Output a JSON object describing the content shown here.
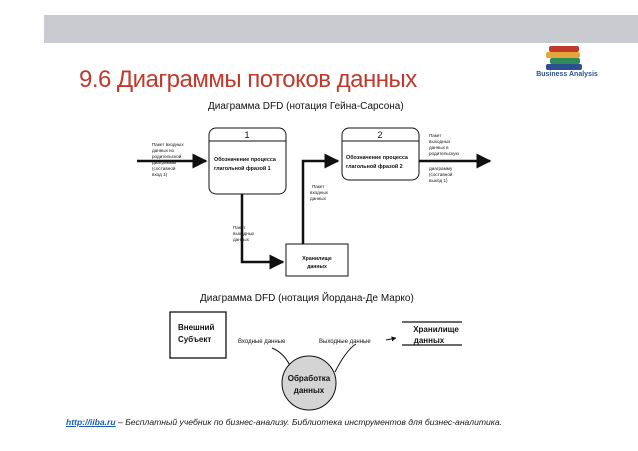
{
  "slide": {
    "title_number": "9.6",
    "title": "Диаграммы потоков данных",
    "logo_text": "Business Analysis",
    "colors": {
      "title": "#c0392b",
      "topbar": "#c9cbd0",
      "link": "#1a5fb4",
      "logo_bars": [
        "#c0392b",
        "#e6a53a",
        "#2e8b57",
        "#2e4f8f"
      ]
    }
  },
  "gane_sarson": {
    "caption": "Диаграмма DFD (нотация Гейна-Сарсона)",
    "process1": {
      "id": "1",
      "label": [
        "Обозначение процесса",
        "глагольной фразой 1"
      ]
    },
    "process2": {
      "id": "2",
      "label": [
        "Обозначение процесса",
        "глагольной фразой 2"
      ]
    },
    "store": {
      "label": [
        "Хранилище",
        "данных"
      ]
    },
    "input_note": [
      "Пакет входных",
      "данных из",
      "родительской",
      "диаграммы",
      "(составной",
      "вход 1)"
    ],
    "output1_note": [
      "Пакет",
      "выходных",
      "данных"
    ],
    "input2_note": [
      "Пакет",
      "входных",
      "данных"
    ],
    "output_note": [
      "Пакет",
      "выходных",
      "данных в",
      "родительскую",
      "диаграмму",
      "(составной",
      "выход 1)"
    ]
  },
  "yourdon": {
    "caption": "Диаграмма DFD (нотация Йордана-Де Марко)",
    "entity": [
      "Внешний",
      "Субъект"
    ],
    "input_label": "Входные данные",
    "output_label": "Выходные данные",
    "store": [
      "Хранилище",
      "данных"
    ],
    "process": [
      "Обработка",
      "данных"
    ]
  },
  "footer": {
    "link": "http://iiba.ru",
    "text": " – Бесплатный учебник по бизнес-анализу. Библиотека инструментов для бизнес-аналитика."
  }
}
